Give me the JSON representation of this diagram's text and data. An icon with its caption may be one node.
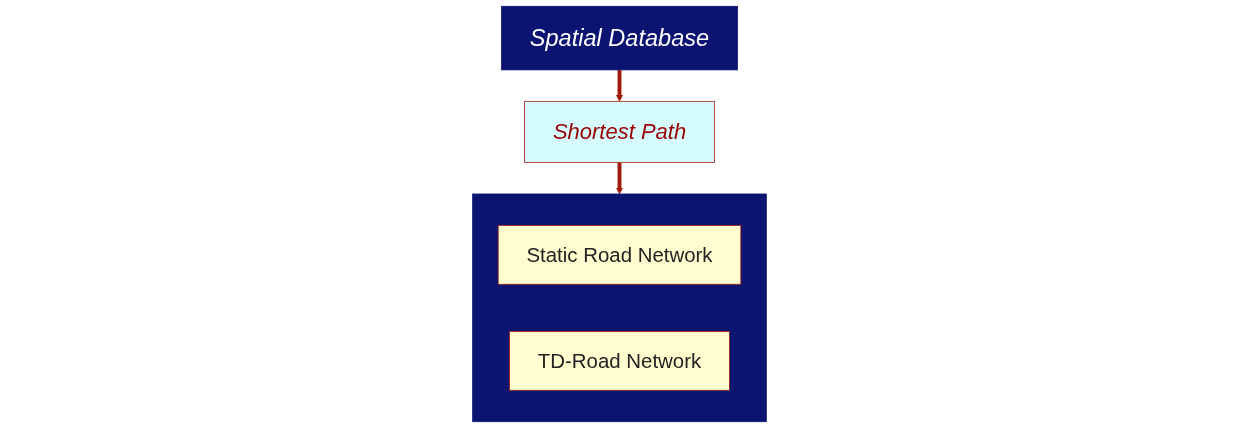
{
  "diagram": {
    "nodes": [
      {
        "text": [
          "Spatial Database"
        ]
      },
      {
        "text": [
          "Shortest Path"
        ]
      },
      {
        "text": [],
        "shape": "box"
      },
      {
        "text": [
          "Static Road Network"
        ],
        "in": 2
      },
      {
        "text": [
          "TD-Road Network"
        ],
        "in": 2
      }
    ],
    "edges": [
      {
        "from": 0,
        "to": 1,
        "arrow": "to"
      },
      {
        "from": 1,
        "to": 2,
        "arrow": "to"
      }
    ]
  }
}
